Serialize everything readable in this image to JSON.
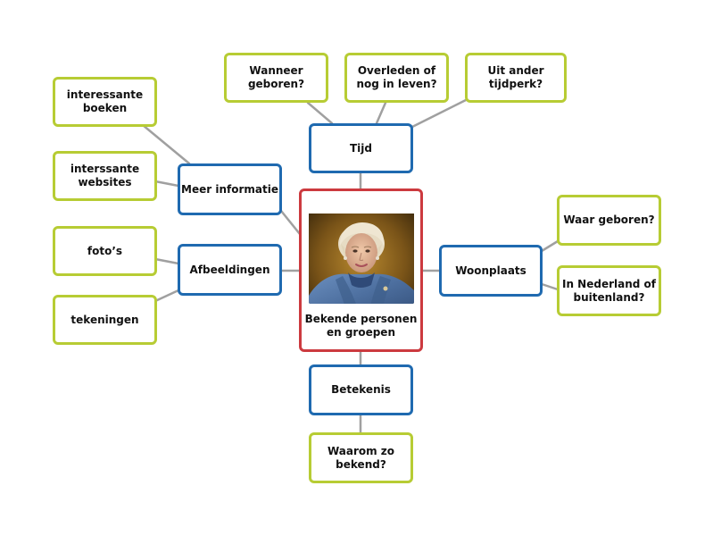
{
  "colors": {
    "leaf_border": "#b7cc34",
    "category_border": "#1f6ab0",
    "center_border": "#cc3a3f",
    "connector": "#a0a0a0"
  },
  "center": {
    "label": "Bekende personen\nen groepen",
    "image": "portrait-photo"
  },
  "categories": {
    "tijd": "Tijd",
    "meer_informatie": "Meer informatie",
    "afbeeldingen": "Afbeeldingen",
    "woonplaats": "Woonplaats",
    "betekenis": "Betekenis"
  },
  "leaves": {
    "wanneer_geboren": "Wanneer\ngeboren?",
    "overleden_of_in_leven": "Overleden of\nnog in leven?",
    "uit_ander_tijdperk": "Uit ander\ntijdperk?",
    "interessante_boeken": "interessante\nboeken",
    "interssante_websites": "interssante\nwebsites",
    "fotos": "foto’s",
    "tekeningen": "tekeningen",
    "waar_geboren": "Waar geboren?",
    "nederland_of_buitenland": "In Nederland of\nbuitenland?",
    "waarom_zo_bekend": "Waarom zo\nbekend?"
  }
}
